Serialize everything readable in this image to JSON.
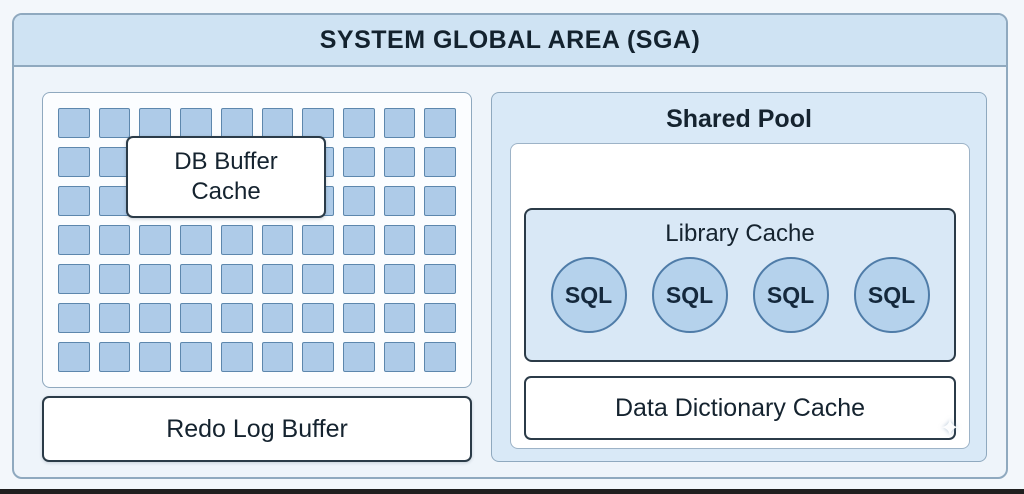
{
  "diagram": {
    "title": "SYSTEM GLOBAL AREA (SGA)",
    "db_buffer_cache": {
      "label": "DB Buffer Cache",
      "grid_rows": 7,
      "grid_cols": 10
    },
    "redo_log_buffer": {
      "label": "Redo Log Buffer"
    },
    "shared_pool": {
      "title": "Shared Pool",
      "library_cache": {
        "title": "Library Cache",
        "sql_items": [
          "SQL",
          "SQL",
          "SQL",
          "SQL"
        ]
      },
      "data_dictionary_cache": {
        "label": "Data Dictionary Cache"
      }
    },
    "colors": {
      "header_blue": "#cfe3f3",
      "panel_blue": "#d9e9f7",
      "block_fill": "#aecbe8",
      "block_border": "#5d87ad",
      "outline_blue": "#8fa9bf",
      "dark_border": "#2b3b48",
      "sql_circle_fill": "#b5d2ec",
      "sql_circle_border": "#4f7ca8"
    }
  }
}
